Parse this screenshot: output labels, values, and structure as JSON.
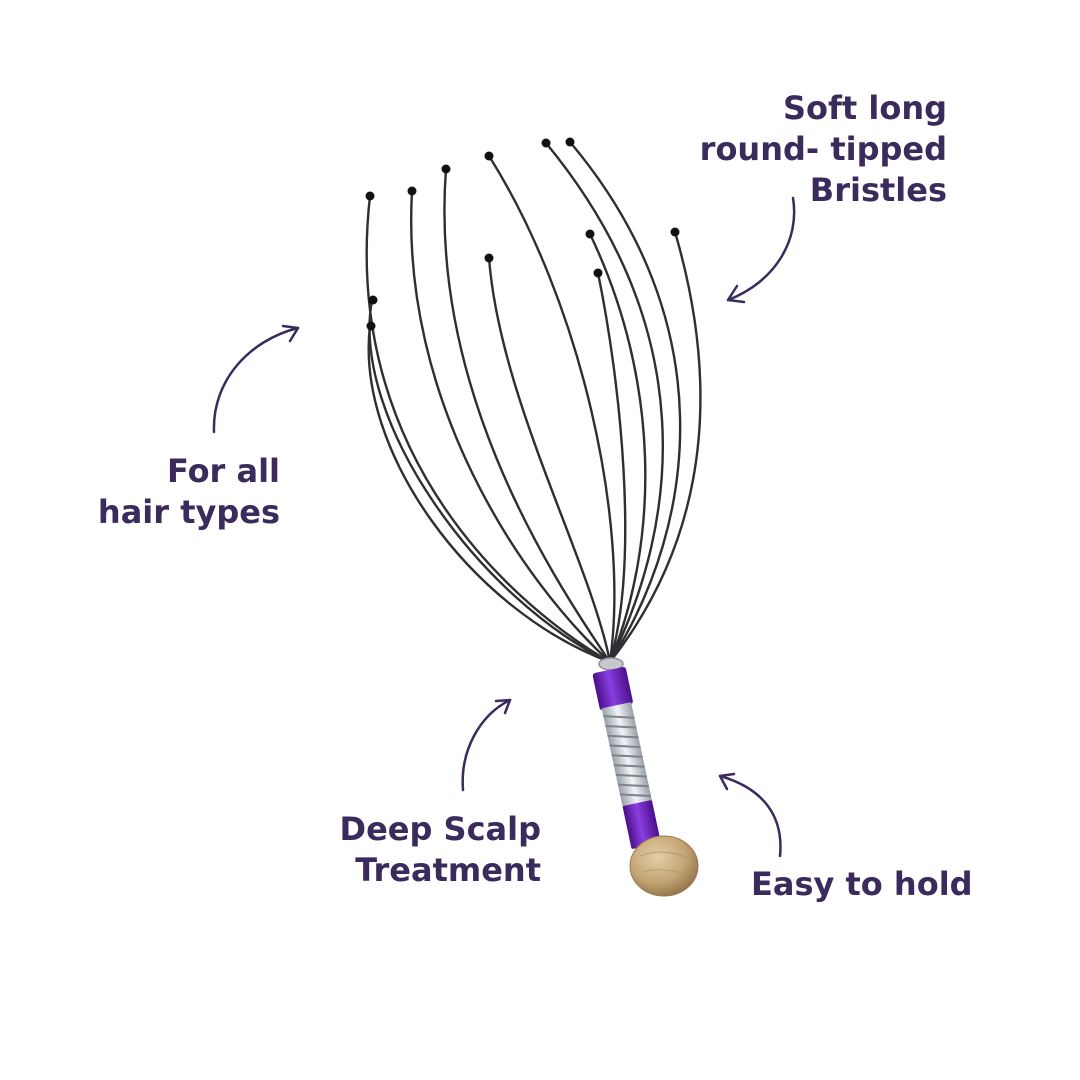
{
  "callouts": {
    "bristles": {
      "lines": [
        "Soft long",
        "round- tipped",
        "Bristles"
      ]
    },
    "hair_types": {
      "lines": [
        "For all",
        "hair types"
      ]
    },
    "scalp": {
      "lines": [
        "Deep Scalp",
        "Treatment"
      ]
    },
    "hold": {
      "lines": [
        "Easy to hold"
      ]
    }
  },
  "colors": {
    "label_text": "#3b2a5c",
    "arrow": "#3b2a5c",
    "wire": "#2e2e33",
    "wire_tip": "#111111",
    "handle_purple": "#6a1fb8",
    "spring_silver": "#c9ccd1",
    "wood_ball": "#c8a97a"
  },
  "product": {
    "name": "scalp-massager",
    "icon": "head-massager-illustration"
  }
}
